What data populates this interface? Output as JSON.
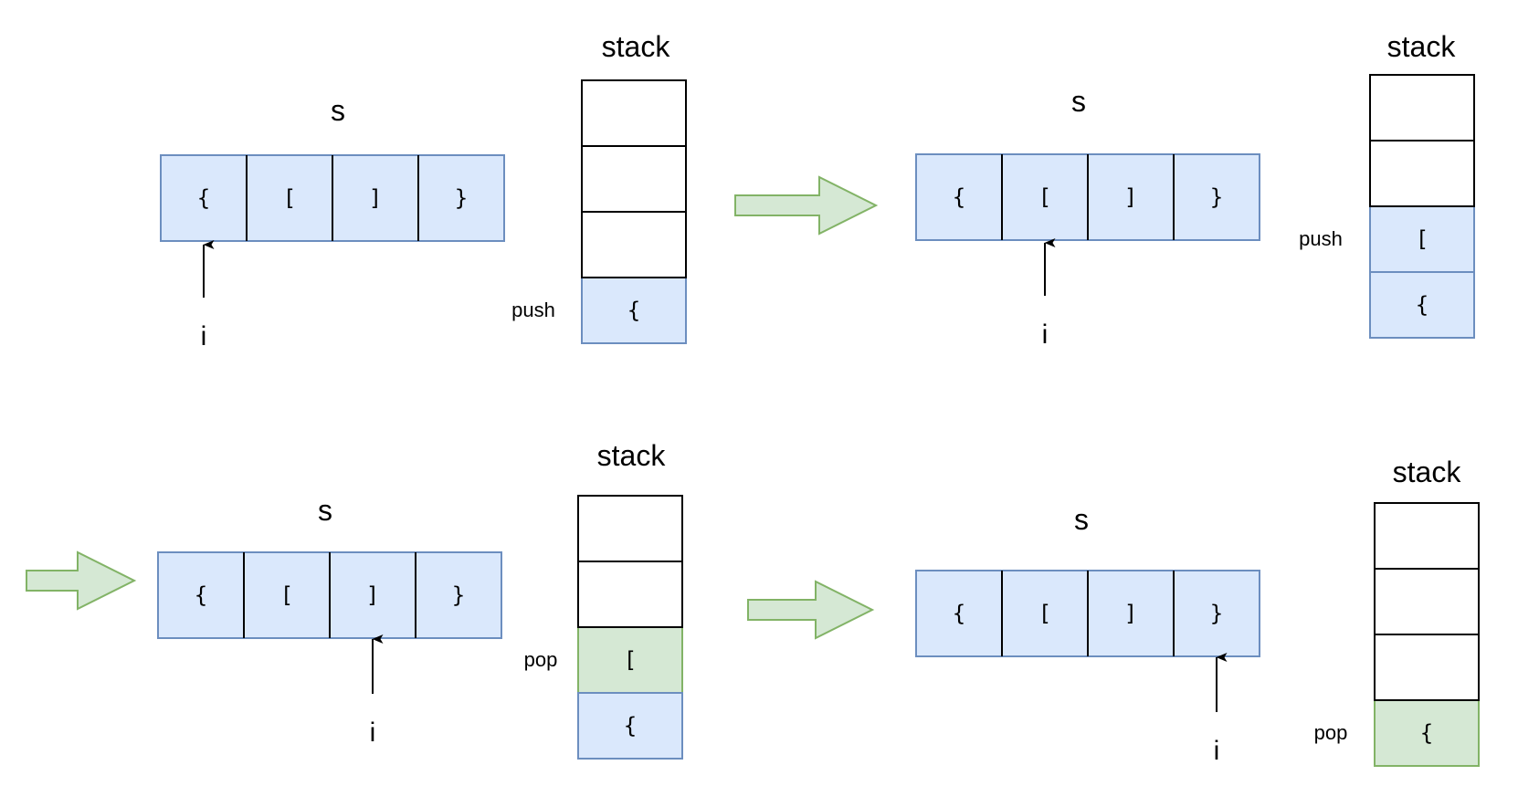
{
  "string_label": "s",
  "stack_label": "stack",
  "pointer_label": "i",
  "colors": {
    "filled": "#dae8fc",
    "filled_stroke": "#6c8ebf",
    "popped": "#d5e8d4",
    "popped_stroke": "#82b366",
    "arrow": "#d5e8d4"
  },
  "panels": [
    {
      "cells": [
        "{",
        "[",
        "]",
        "}"
      ],
      "pointer_index": 0,
      "stack": [
        {
          "char": "",
          "state": "empty"
        },
        {
          "char": "",
          "state": "empty"
        },
        {
          "char": "",
          "state": "empty"
        },
        {
          "char": "{",
          "state": "filled"
        }
      ],
      "op": "push",
      "op_slot": 3
    },
    {
      "cells": [
        "{",
        "[",
        "]",
        "}"
      ],
      "pointer_index": 1,
      "stack": [
        {
          "char": "",
          "state": "empty"
        },
        {
          "char": "",
          "state": "empty"
        },
        {
          "char": "[",
          "state": "filled"
        },
        {
          "char": "{",
          "state": "filled"
        }
      ],
      "op": "push",
      "op_slot": 2
    },
    {
      "cells": [
        "{",
        "[",
        "]",
        "}"
      ],
      "pointer_index": 2,
      "stack": [
        {
          "char": "",
          "state": "empty"
        },
        {
          "char": "",
          "state": "empty"
        },
        {
          "char": "[",
          "state": "popped"
        },
        {
          "char": "{",
          "state": "filled"
        }
      ],
      "op": "pop",
      "op_slot": 2
    },
    {
      "cells": [
        "{",
        "[",
        "]",
        "}"
      ],
      "pointer_index": 3,
      "stack": [
        {
          "char": "",
          "state": "empty"
        },
        {
          "char": "",
          "state": "empty"
        },
        {
          "char": "",
          "state": "empty"
        },
        {
          "char": "{",
          "state": "popped"
        }
      ],
      "op": "pop",
      "op_slot": 3
    }
  ]
}
